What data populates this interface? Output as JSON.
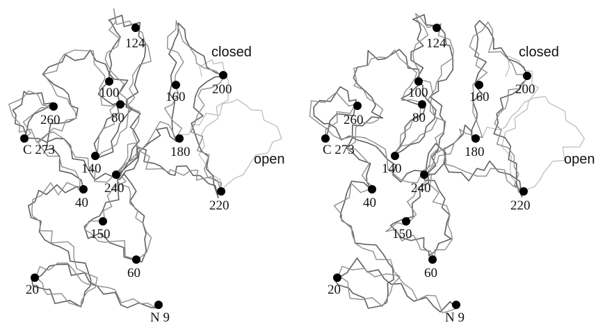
{
  "figure": {
    "views": [
      "left-eye",
      "right-eye"
    ],
    "state_labels": {
      "closed": "closed",
      "open": "open"
    },
    "colors": {
      "closed_trace": "#777777",
      "open_trace": "#bdbdbd",
      "marker": "#000000"
    },
    "residues": [
      {
        "id": "124",
        "label": "124"
      },
      {
        "id": "100",
        "label": "100"
      },
      {
        "id": "160",
        "label": "160"
      },
      {
        "id": "200",
        "label": "200"
      },
      {
        "id": "260",
        "label": "260"
      },
      {
        "id": "80",
        "label": "80"
      },
      {
        "id": "273",
        "label": "C 273"
      },
      {
        "id": "180",
        "label": "180"
      },
      {
        "id": "140",
        "label": "140"
      },
      {
        "id": "240",
        "label": "240"
      },
      {
        "id": "40",
        "label": "40"
      },
      {
        "id": "220",
        "label": "220"
      },
      {
        "id": "150",
        "label": "150"
      },
      {
        "id": "60",
        "label": "60"
      },
      {
        "id": "20",
        "label": "20"
      },
      {
        "id": "9",
        "label": "N 9"
      }
    ]
  }
}
